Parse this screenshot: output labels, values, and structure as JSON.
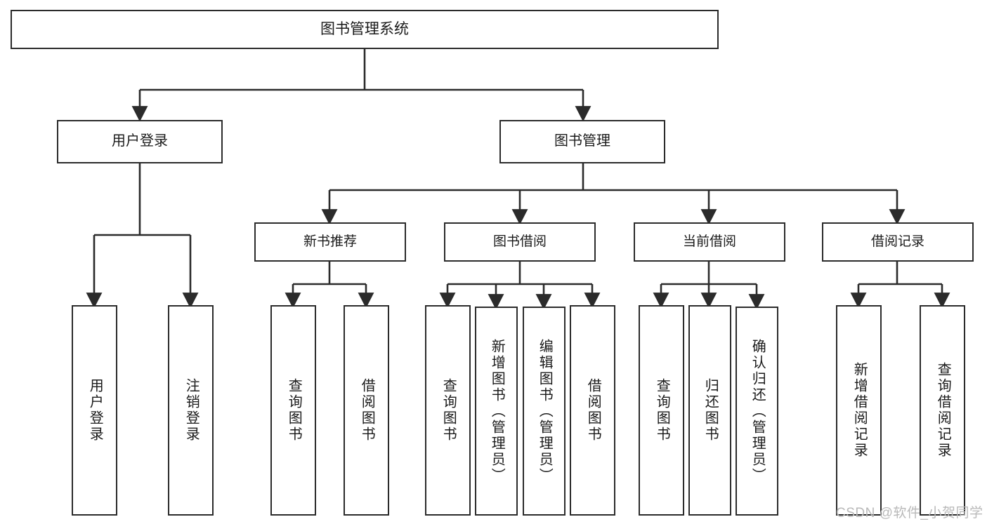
{
  "diagram": {
    "type": "tree-hierarchy",
    "title": "图书管理系统",
    "orientation": "top-down",
    "colors": {
      "box_border": "#2b2b2b",
      "box_fill": "#ffffff",
      "connector": "#2b2b2b",
      "text": "#1a1a1a",
      "watermark": "#b9b9b9",
      "background": "#ffffff"
    },
    "root": {
      "label": "图书管理系统"
    },
    "level1": [
      {
        "id": "user-login",
        "label": "用户登录"
      },
      {
        "id": "book-management",
        "label": "图书管理"
      }
    ],
    "level2": [
      {
        "id": "new-book-recommend",
        "label": "新书推荐",
        "parent": "book-management"
      },
      {
        "id": "book-borrow",
        "label": "图书借阅",
        "parent": "book-management"
      },
      {
        "id": "current-borrow",
        "label": "当前借阅",
        "parent": "book-management"
      },
      {
        "id": "borrow-record",
        "label": "借阅记录",
        "parent": "book-management"
      }
    ],
    "leaves": [
      {
        "id": "leaf-user-login",
        "label": "用户登录",
        "parent": "user-login"
      },
      {
        "id": "leaf-logout-login",
        "label": "注销登录",
        "parent": "user-login"
      },
      {
        "id": "leaf-query-book-1",
        "label": "查询图书",
        "parent": "new-book-recommend"
      },
      {
        "id": "leaf-borrow-book-1",
        "label": "借阅图书",
        "parent": "new-book-recommend"
      },
      {
        "id": "leaf-query-book-2",
        "label": "查询图书",
        "parent": "book-borrow"
      },
      {
        "id": "leaf-add-book",
        "label": "新增图书（管理员）",
        "parent": "book-borrow"
      },
      {
        "id": "leaf-edit-book",
        "label": "编辑图书（管理员）",
        "parent": "book-borrow"
      },
      {
        "id": "leaf-borrow-book-2",
        "label": "借阅图书",
        "parent": "book-borrow"
      },
      {
        "id": "leaf-query-book-3",
        "label": "查询图书",
        "parent": "current-borrow"
      },
      {
        "id": "leaf-return-book",
        "label": "归还图书",
        "parent": "current-borrow"
      },
      {
        "id": "leaf-confirm-return",
        "label": "确认归还（管理员）",
        "parent": "current-borrow"
      },
      {
        "id": "leaf-add-record",
        "label": "新增借阅记录",
        "parent": "borrow-record"
      },
      {
        "id": "leaf-query-record",
        "label": "查询借阅记录",
        "parent": "borrow-record"
      }
    ]
  },
  "watermark": {
    "text": "CSDN @软件_小贺同学"
  }
}
